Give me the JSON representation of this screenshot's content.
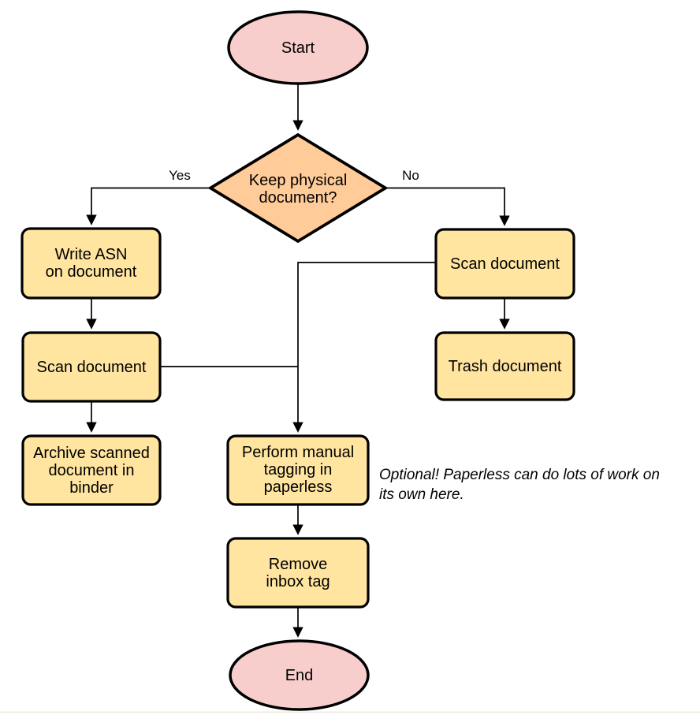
{
  "colors": {
    "background": "#ffffff",
    "terminator_fill": "#f8cecc",
    "decision_fill": "#ffcc99",
    "process_fill": "#ffe5a0",
    "stroke": "#000000",
    "footer_line": "#f0ece0"
  },
  "nodes": {
    "start": {
      "label": "Start"
    },
    "decision": {
      "lines": [
        "Keep physical",
        "document?"
      ]
    },
    "write_asn": {
      "lines": [
        "Write ASN",
        "on document"
      ]
    },
    "scan_left": {
      "label": "Scan document"
    },
    "archive": {
      "lines": [
        "Archive scanned",
        "document in",
        "binder"
      ]
    },
    "scan_right": {
      "label": "Scan document"
    },
    "trash": {
      "label": "Trash document"
    },
    "tagging": {
      "lines": [
        "Perform manual",
        "tagging in",
        "paperless"
      ]
    },
    "remove_inbox": {
      "lines": [
        "Remove",
        "inbox tag"
      ]
    },
    "end": {
      "label": "End"
    }
  },
  "edge_labels": {
    "yes": "Yes",
    "no": "No"
  },
  "annotation": {
    "lines": [
      "Optional! Paperless can do lots of work on",
      "its own here."
    ]
  }
}
